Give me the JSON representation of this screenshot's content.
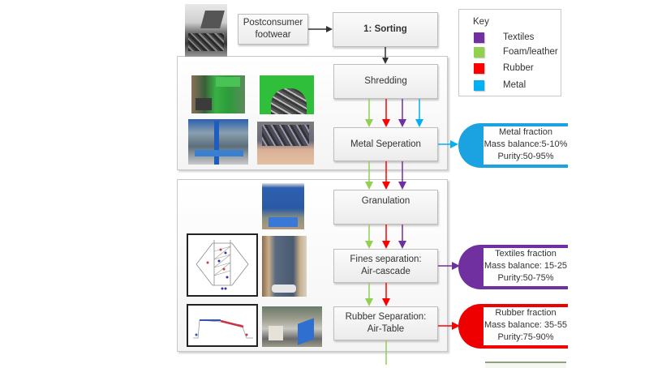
{
  "diagram": {
    "top_row": {
      "input_label": [
        "Postconsumer",
        "footwear"
      ],
      "sorting_label": "1: Sorting"
    },
    "stage1_steps": [
      {
        "label": [
          "Shredding"
        ]
      },
      {
        "label": [
          "Metal Seperation"
        ]
      }
    ],
    "stage2_steps": [
      {
        "label": [
          "Granulation"
        ]
      },
      {
        "label": [
          "Fines separation:",
          "Air-cascade"
        ]
      },
      {
        "label": [
          "Rubber Separation:",
          "Air-Table"
        ]
      }
    ],
    "key": {
      "title": "Key",
      "items": [
        {
          "label": "Textiles",
          "color": "#7030a0"
        },
        {
          "label": "Foam/leather",
          "color": "#92d050"
        },
        {
          "label": "Rubber",
          "color": "#ff0000"
        },
        {
          "label": "Metal",
          "color": "#00b0f0"
        }
      ]
    },
    "fractions": [
      {
        "title": "Metal fraction",
        "mass_balance": "Mass balance:5-10%",
        "purity": "Purity:50-95%",
        "color": "#1aa3e0"
      },
      {
        "title": "Textiles fraction",
        "mass_balance": "Mass balance: 15-25",
        "purity": "Purity:50-75%",
        "color": "#7030a0"
      },
      {
        "title": "Rubber fraction",
        "mass_balance": "Mass balance: 35-55",
        "purity": "Purity:75-90%",
        "color": "#ee0000"
      }
    ],
    "photos": [
      {
        "name": "tipper-truck-shoes-photo"
      },
      {
        "name": "shredder-machine-photo"
      },
      {
        "name": "shredded-material-green-bin-photo"
      },
      {
        "name": "metal-separator-machine-photo"
      },
      {
        "name": "shredded-pieces-in-hand-photo"
      },
      {
        "name": "granulator-machine-photo"
      },
      {
        "name": "air-cascade-schematic"
      },
      {
        "name": "air-cascade-photo"
      },
      {
        "name": "air-table-schematic"
      },
      {
        "name": "air-table-photo"
      }
    ]
  }
}
